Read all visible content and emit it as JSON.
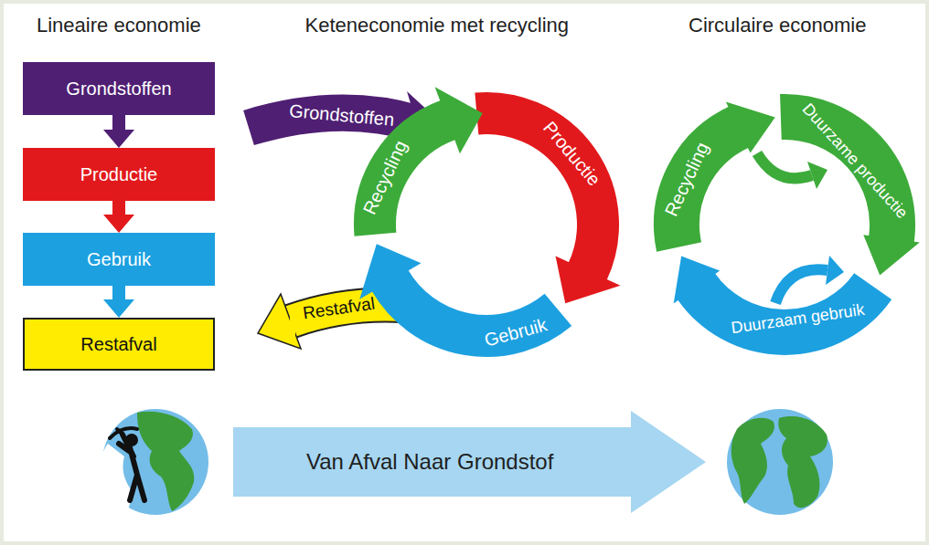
{
  "diagram": {
    "nodes": [
      {
        "text": [
          "Grondstoffen"
        ]
      },
      {
        "text": [
          "Productie"
        ]
      },
      {
        "text": [
          "Gebruik"
        ]
      },
      {
        "text": [
          "Restafval"
        ]
      },
      {
        "text": [
          "Grondstoffen"
        ]
      },
      {
        "text": [
          "Productie"
        ]
      },
      {
        "text": [
          "Gebruik"
        ]
      },
      {
        "text": [
          "Restafval"
        ]
      },
      {
        "text": [
          "Recycling"
        ]
      },
      {
        "text": [
          "Recycling"
        ]
      },
      {
        "text": [
          "Duurzame productie"
        ]
      },
      {
        "text": [
          "Duurzaam gebruik"
        ]
      },
      {
        "text": [
          "Van Afval Naar Grondstof"
        ]
      }
    ],
    "edges": [
      {
        "from": 0,
        "to": 1,
        "arrow": "to"
      },
      {
        "from": 1,
        "to": 2,
        "arrow": "to"
      },
      {
        "from": 2,
        "to": 3,
        "arrow": "to"
      }
    ],
    "labels": [
      "Lineaire economie",
      "Keteneconomie met recycling",
      "Circulaire economie"
    ]
  }
}
